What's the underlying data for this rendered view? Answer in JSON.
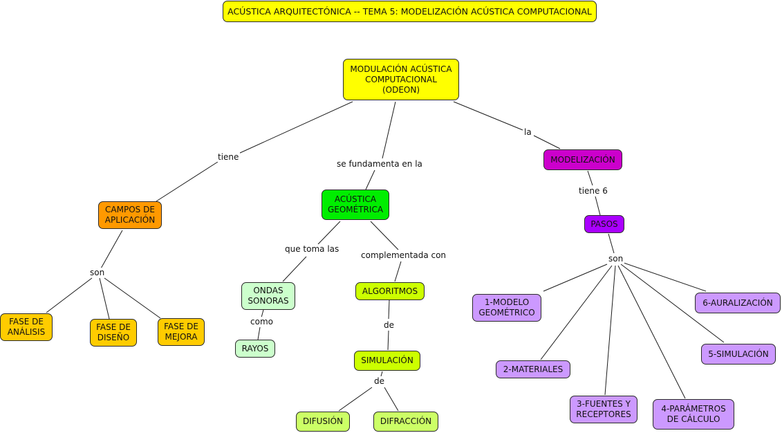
{
  "title": "ACÚSTICA ARQUITECTÓNICA -- TEMA 5: MODELIZACIÓN ACÚSTICA COMPUTACIONAL",
  "colors": {
    "title": "#ffff00",
    "root": "#ffff00",
    "campos": "#ff9900",
    "fases": "#ffcc00",
    "acustica": "#00ee00",
    "ondas": "#ccffcc",
    "algoritmos": "#ccff00",
    "difusion": "#ccff66",
    "modelizacion": "#cc00cc",
    "pasos": "#aa00ff",
    "steps": "#cc99ff"
  },
  "nodes": {
    "root": "MODULACIÓN ACÚSTICA\nCOMPUTACIONAL\n(ODEON)",
    "campos": "CAMPOS DE\nAPLICACIÓN",
    "fase_analisis": "FASE DE\nANÁLISIS",
    "fase_diseno": "FASE DE\nDISEÑO",
    "fase_mejora": "FASE DE\nMEJORA",
    "acustica_geometrica": "ACÚSTICA\nGEOMÉTRICA",
    "ondas_sonoras": "ONDAS\nSONORAS",
    "rayos": "RAYOS",
    "algoritmos": "ALGORITMOS",
    "simulacion": "SIMULACIÓN",
    "difusion": "DIFUSIÓN",
    "difraccion": "DIFRACCIÓN",
    "modelizacion": "MODELIZACIÓN",
    "pasos": "PASOS",
    "paso1": "1-MODELO\nGEOMÉTRICO",
    "paso2": "2-MATERIALES",
    "paso3": "3-FUENTES Y\nRECEPTORES",
    "paso4": "4-PARÁMETROS\nDE CÁLCULO",
    "paso5": "5-SIMULACIÓN",
    "paso6": "6-AURALIZACIÓN"
  },
  "links": {
    "tiene": "tiene",
    "se_fundamenta": "se fundamenta en la",
    "la": "la",
    "son_campos": "son",
    "que_toma": "que toma las",
    "complementada": "complementada con",
    "como": "como",
    "de_algoritmos": "de",
    "de_simulacion": "de",
    "tiene6": "tiene 6",
    "son_pasos": "son"
  }
}
